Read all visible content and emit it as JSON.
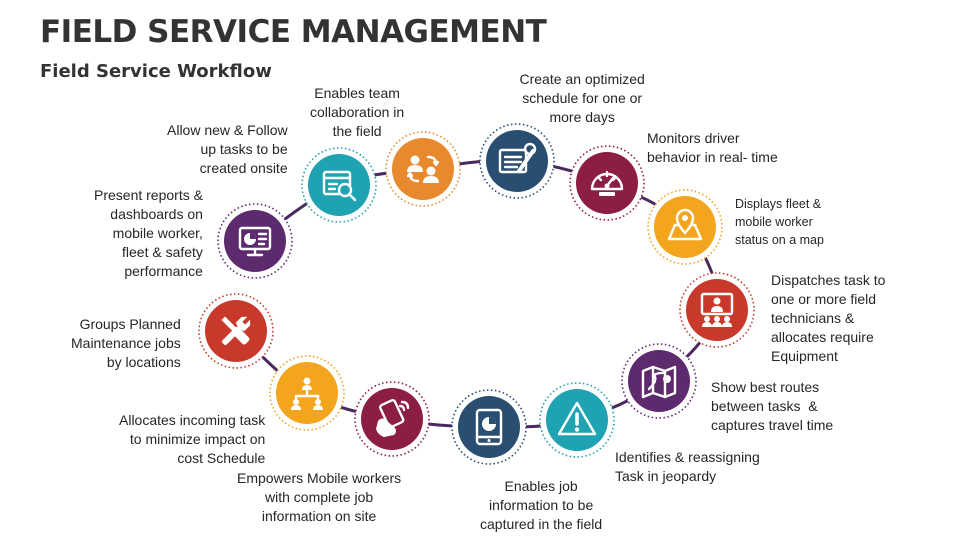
{
  "title": "FIELD SERVICE MANAGEMENT",
  "subtitle": "Field Service Workflow",
  "colors": {
    "purple": "#5E2A6E",
    "teal": "#1FA3B3",
    "orange": "#E8892E",
    "navy": "#2A4D72",
    "maroon": "#8C1D45",
    "amber": "#F2A51D",
    "red": "#C8392B",
    "connector": "#4A2A5E"
  },
  "nodes": [
    {
      "icon": "dashboard-monitor-icon",
      "color": "#5E2A6E",
      "label": "Present reports &\ndashboards on\nmobile worker,\nfleet & safety\nperformance"
    },
    {
      "icon": "task-search-icon",
      "color": "#1FA3B3",
      "label": "Allow new & Follow\nup tasks to be\ncreated onsite"
    },
    {
      "icon": "team-collaboration-icon",
      "color": "#E8892E",
      "label": "Enables team\ncollaboration in\nthe field"
    },
    {
      "icon": "schedule-edit-icon",
      "color": "#2A4D72",
      "label": "Create an optimized\nschedule for one or\nmore days"
    },
    {
      "icon": "speedometer-icon",
      "color": "#8C1D45",
      "label": "Monitors driver\nbehavior in real- time"
    },
    {
      "icon": "map-pin-icon",
      "color": "#F2A51D",
      "label": "Displays fleet &\nmobile worker\nstatus on a map"
    },
    {
      "icon": "presentation-team-icon",
      "color": "#C8392B",
      "label": "Dispatches task to\none or more field\ntechnicians &\nallocates require\nEquipment"
    },
    {
      "icon": "route-map-icon",
      "color": "#5E2A6E",
      "label": "Show best routes\nbetween tasks  &\ncaptures travel time"
    },
    {
      "icon": "warning-triangle-icon",
      "color": "#1FA3B3",
      "label": "Identifies & reassigning\nTask in jeopardy"
    },
    {
      "icon": "tablet-chart-icon",
      "color": "#2A4D72",
      "label": "Enables job\ninformation to be\ncaptured in the field"
    },
    {
      "icon": "mobile-hand-icon",
      "color": "#8C1D45",
      "label": "Empowers Mobile workers\nwith complete job\ninformation on site"
    },
    {
      "icon": "org-hierarchy-icon",
      "color": "#F2A51D",
      "label": "Allocates incoming task\nto minimize impact on\ncost Schedule"
    },
    {
      "icon": "wrench-screwdriver-icon",
      "color": "#C8392B",
      "label": "Groups Planned\nMaintenance jobs\nby locations"
    }
  ]
}
